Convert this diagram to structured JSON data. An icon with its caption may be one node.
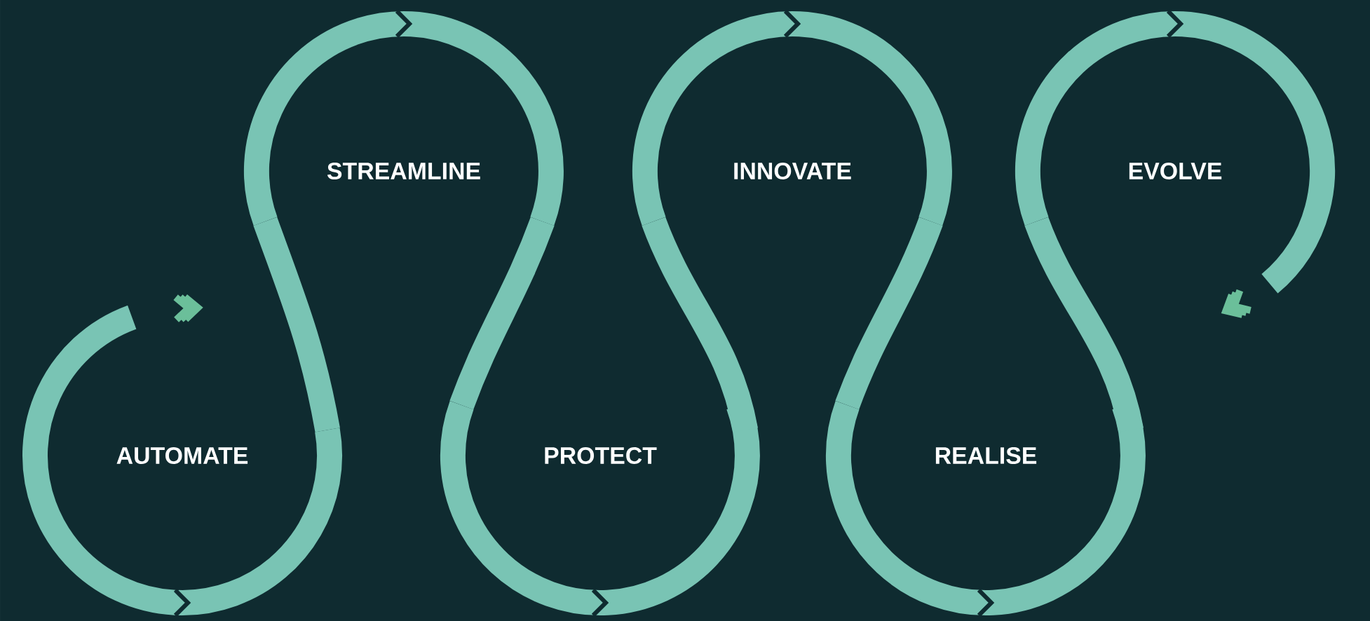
{
  "diagram": {
    "nodes": [
      {
        "text": [
          "AUTOMATE"
        ]
      },
      {
        "text": [
          "STREAMLINE"
        ]
      },
      {
        "text": [
          "PROTECT"
        ]
      },
      {
        "text": [
          "INNOVATE"
        ]
      },
      {
        "text": [
          "REALISE"
        ]
      },
      {
        "text": [
          "EVOLVE"
        ]
      }
    ],
    "edges": [
      {
        "from": 0,
        "to": 1,
        "arrow": "none"
      },
      {
        "from": 1,
        "to": 2,
        "arrow": "none"
      },
      {
        "from": 2,
        "to": 3,
        "arrow": "none"
      },
      {
        "from": 3,
        "to": 4,
        "arrow": "none"
      },
      {
        "from": 4,
        "to": 5,
        "arrow": "none"
      }
    ]
  }
}
